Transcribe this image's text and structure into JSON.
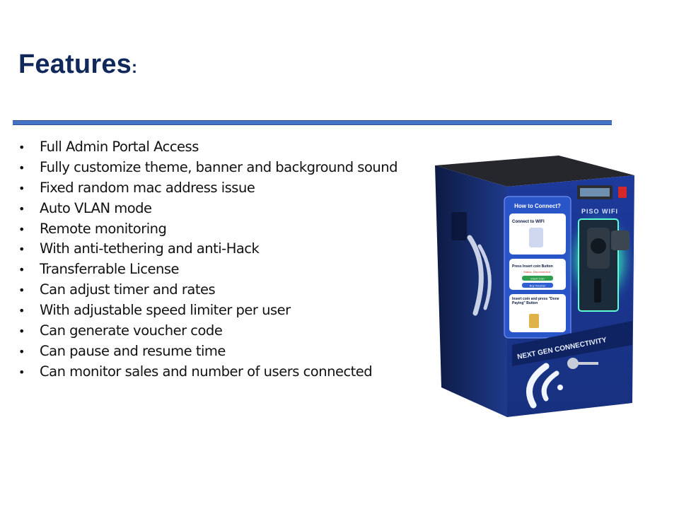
{
  "slide": {
    "title": "Features",
    "title_suffix": ":",
    "bullet_glyph": "•",
    "features": [
      "Full Admin Portal Access",
      "Fully customize theme, banner and background sound",
      "Fixed random mac address issue",
      "Auto VLAN mode",
      "Remote monitoring",
      "With anti-tethering and anti-Hack",
      "Transferrable License",
      "Can adjust timer and rates",
      "With adjustable speed limiter per user",
      "Can generate voucher code",
      "Can pause and resume time",
      "Can monitor sales and number of users connected"
    ]
  },
  "machine": {
    "panel_heading": "How to Connect?",
    "step1": "Connect to WIFI",
    "step2": "Press Insert coin Button",
    "step2_status": "Status: Disconnected",
    "step2_btn1": "Insert Coin",
    "step2_btn2": "Buy Voucher",
    "step3": "Insert coin and press \"Done Paying\" Button",
    "sign": "PISO WIFI",
    "banner": "NEXT GEN CONNECTIVITY",
    "colors": {
      "accent": "#4472c4",
      "title": "#10285a",
      "body_dark": "#1b2c66",
      "glow": "#3fffd0"
    }
  }
}
